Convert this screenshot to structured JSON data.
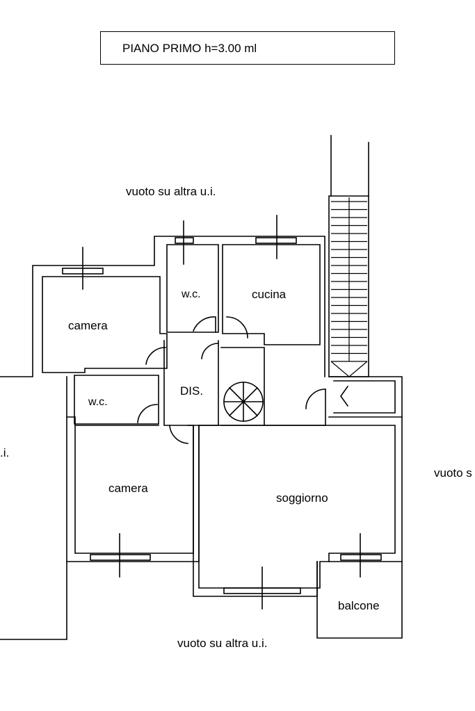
{
  "plan": {
    "title": "PIANO PRIMO h=3.00 ml",
    "labels": {
      "vuoto_top": "vuoto su altra u.i.",
      "vuoto_bottom": "vuoto su altra u.i.",
      "vuoto_left": ".i.",
      "vuoto_right": "vuoto s",
      "camera_upper": "camera",
      "wc_upper": "w.c.",
      "cucina": "cucina",
      "dis": "DIS.",
      "wc_lower": "w.c.",
      "camera_lower": "camera",
      "soggiorno": "soggiorno",
      "balcone": "balcone"
    },
    "colors": {
      "line": "#000000",
      "background": "#ffffff"
    }
  }
}
